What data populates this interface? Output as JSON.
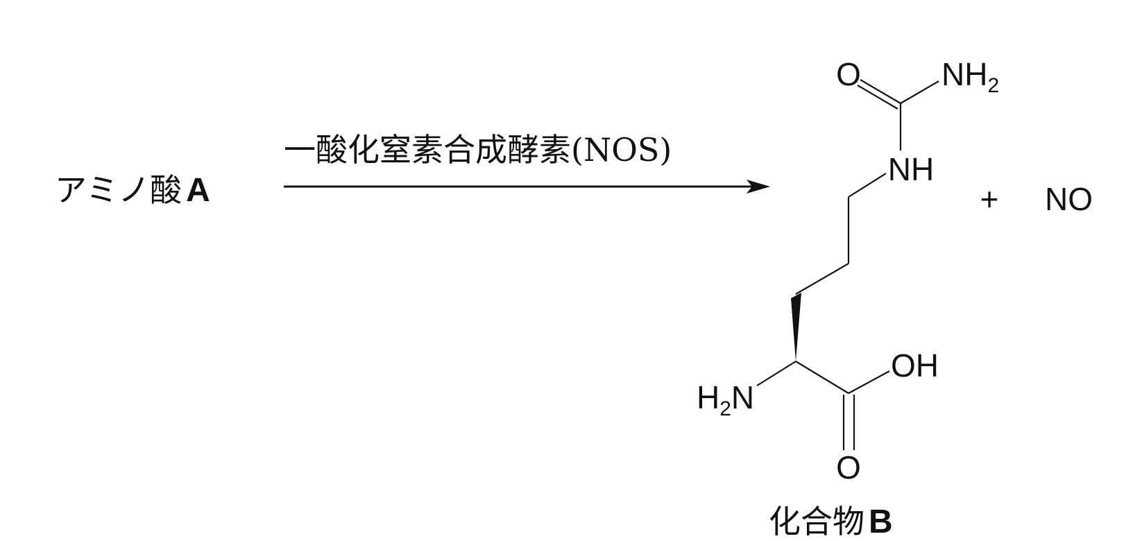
{
  "reactant": {
    "name_jp": "アミノ酸",
    "letter": "A"
  },
  "enzyme": {
    "label": "一酸化窒素合成酵素",
    "abbr": "(NOS)"
  },
  "product": {
    "name_jp": "化合物",
    "letter": "B",
    "atoms": {
      "o_urea": "O",
      "nh2_urea": "NH",
      "nh2_urea_sub": "2",
      "nh": "NH",
      "oh": "OH",
      "o_acid": "O",
      "h2n_h": "H",
      "h2n_sub": "2",
      "h2n_n": "N"
    }
  },
  "plus": "+",
  "byproduct": "NO",
  "colors": {
    "ink": "#111111",
    "background": "#ffffff"
  }
}
